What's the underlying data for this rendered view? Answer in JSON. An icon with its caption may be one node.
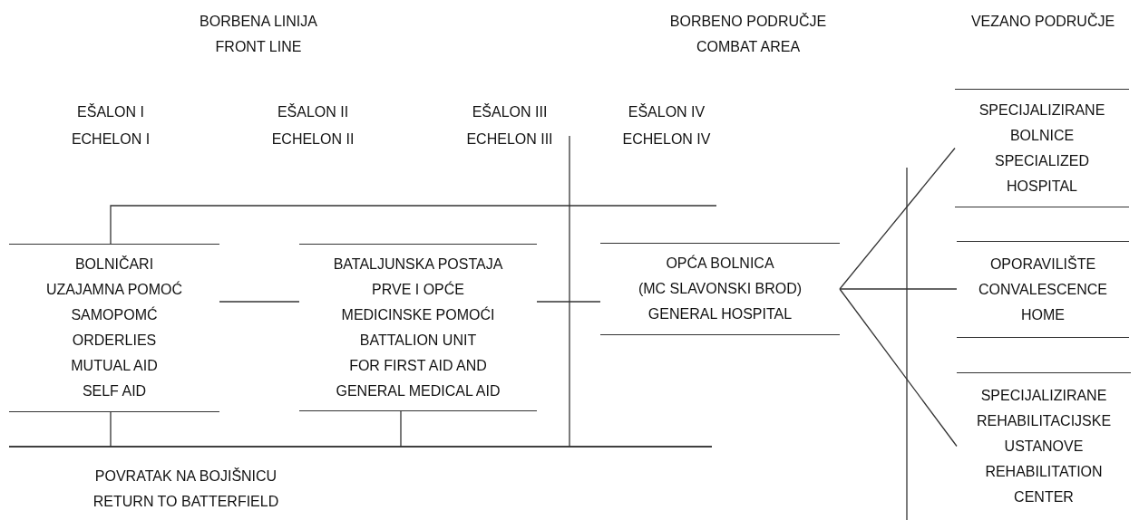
{
  "diagram": {
    "nodes": [
      {
        "text": [
          "BOLNIČARI",
          "UZAJAMNA POMOĆ",
          "SAMOPOMĆ",
          "ORDERLIES",
          "MUTUAL AID",
          "SELF AID"
        ]
      },
      {
        "text": [
          "BATALJUNSKA POSTAJA",
          "PRVE I OPĆE",
          "MEDICINSKE POMOĆI",
          "BATTALION UNIT",
          "FOR FIRST AID AND",
          "GENERAL MEDICAL AID"
        ]
      },
      {
        "text": [
          "OPĆA BOLNICA",
          "(MC SLAVONSKI BROD)",
          "GENERAL HOSPITAL"
        ]
      },
      {
        "text": [
          "SPECIJALIZIRANE",
          "BOLNICE",
          "SPECIALIZED",
          "HOSPITAL"
        ]
      },
      {
        "text": [
          "OPORAVILIŠTE",
          "CONVALESCENCE",
          "HOME"
        ]
      },
      {
        "text": [
          "SPECIJALIZIRANE",
          "REHABILITACIJSKE",
          "USTANOVE",
          "REHABILITATION",
          "CENTER"
        ]
      }
    ],
    "edges": [
      {
        "from": 0,
        "to": 1,
        "arrow": "none"
      },
      {
        "from": 1,
        "to": 2,
        "arrow": "none"
      },
      {
        "from": 2,
        "to": 3,
        "arrow": "none"
      },
      {
        "from": 2,
        "to": 4,
        "arrow": "none"
      },
      {
        "from": 2,
        "to": 5,
        "arrow": "none"
      },
      {
        "from": 0,
        "to": null,
        "arrow": "none"
      },
      {
        "from": null,
        "to": 0,
        "arrow": "none"
      },
      {
        "from": null,
        "to": 1,
        "arrow": "none"
      }
    ],
    "labels": [
      "BORBENA LINIJA",
      "FRONT LINE",
      "BORBENO PODRUČJE",
      "COMBAT AREA",
      "VEZANO PODRUČJE",
      "EŠALON I",
      "ECHELON I",
      "EŠALON II",
      "ECHELON II",
      "EŠALON III",
      "ECHELON III",
      "EŠALON IV",
      "ECHELON IV",
      "POVRATAK NA BOJIŠNICU",
      "RETURN TO BATTERFIELD"
    ]
  }
}
